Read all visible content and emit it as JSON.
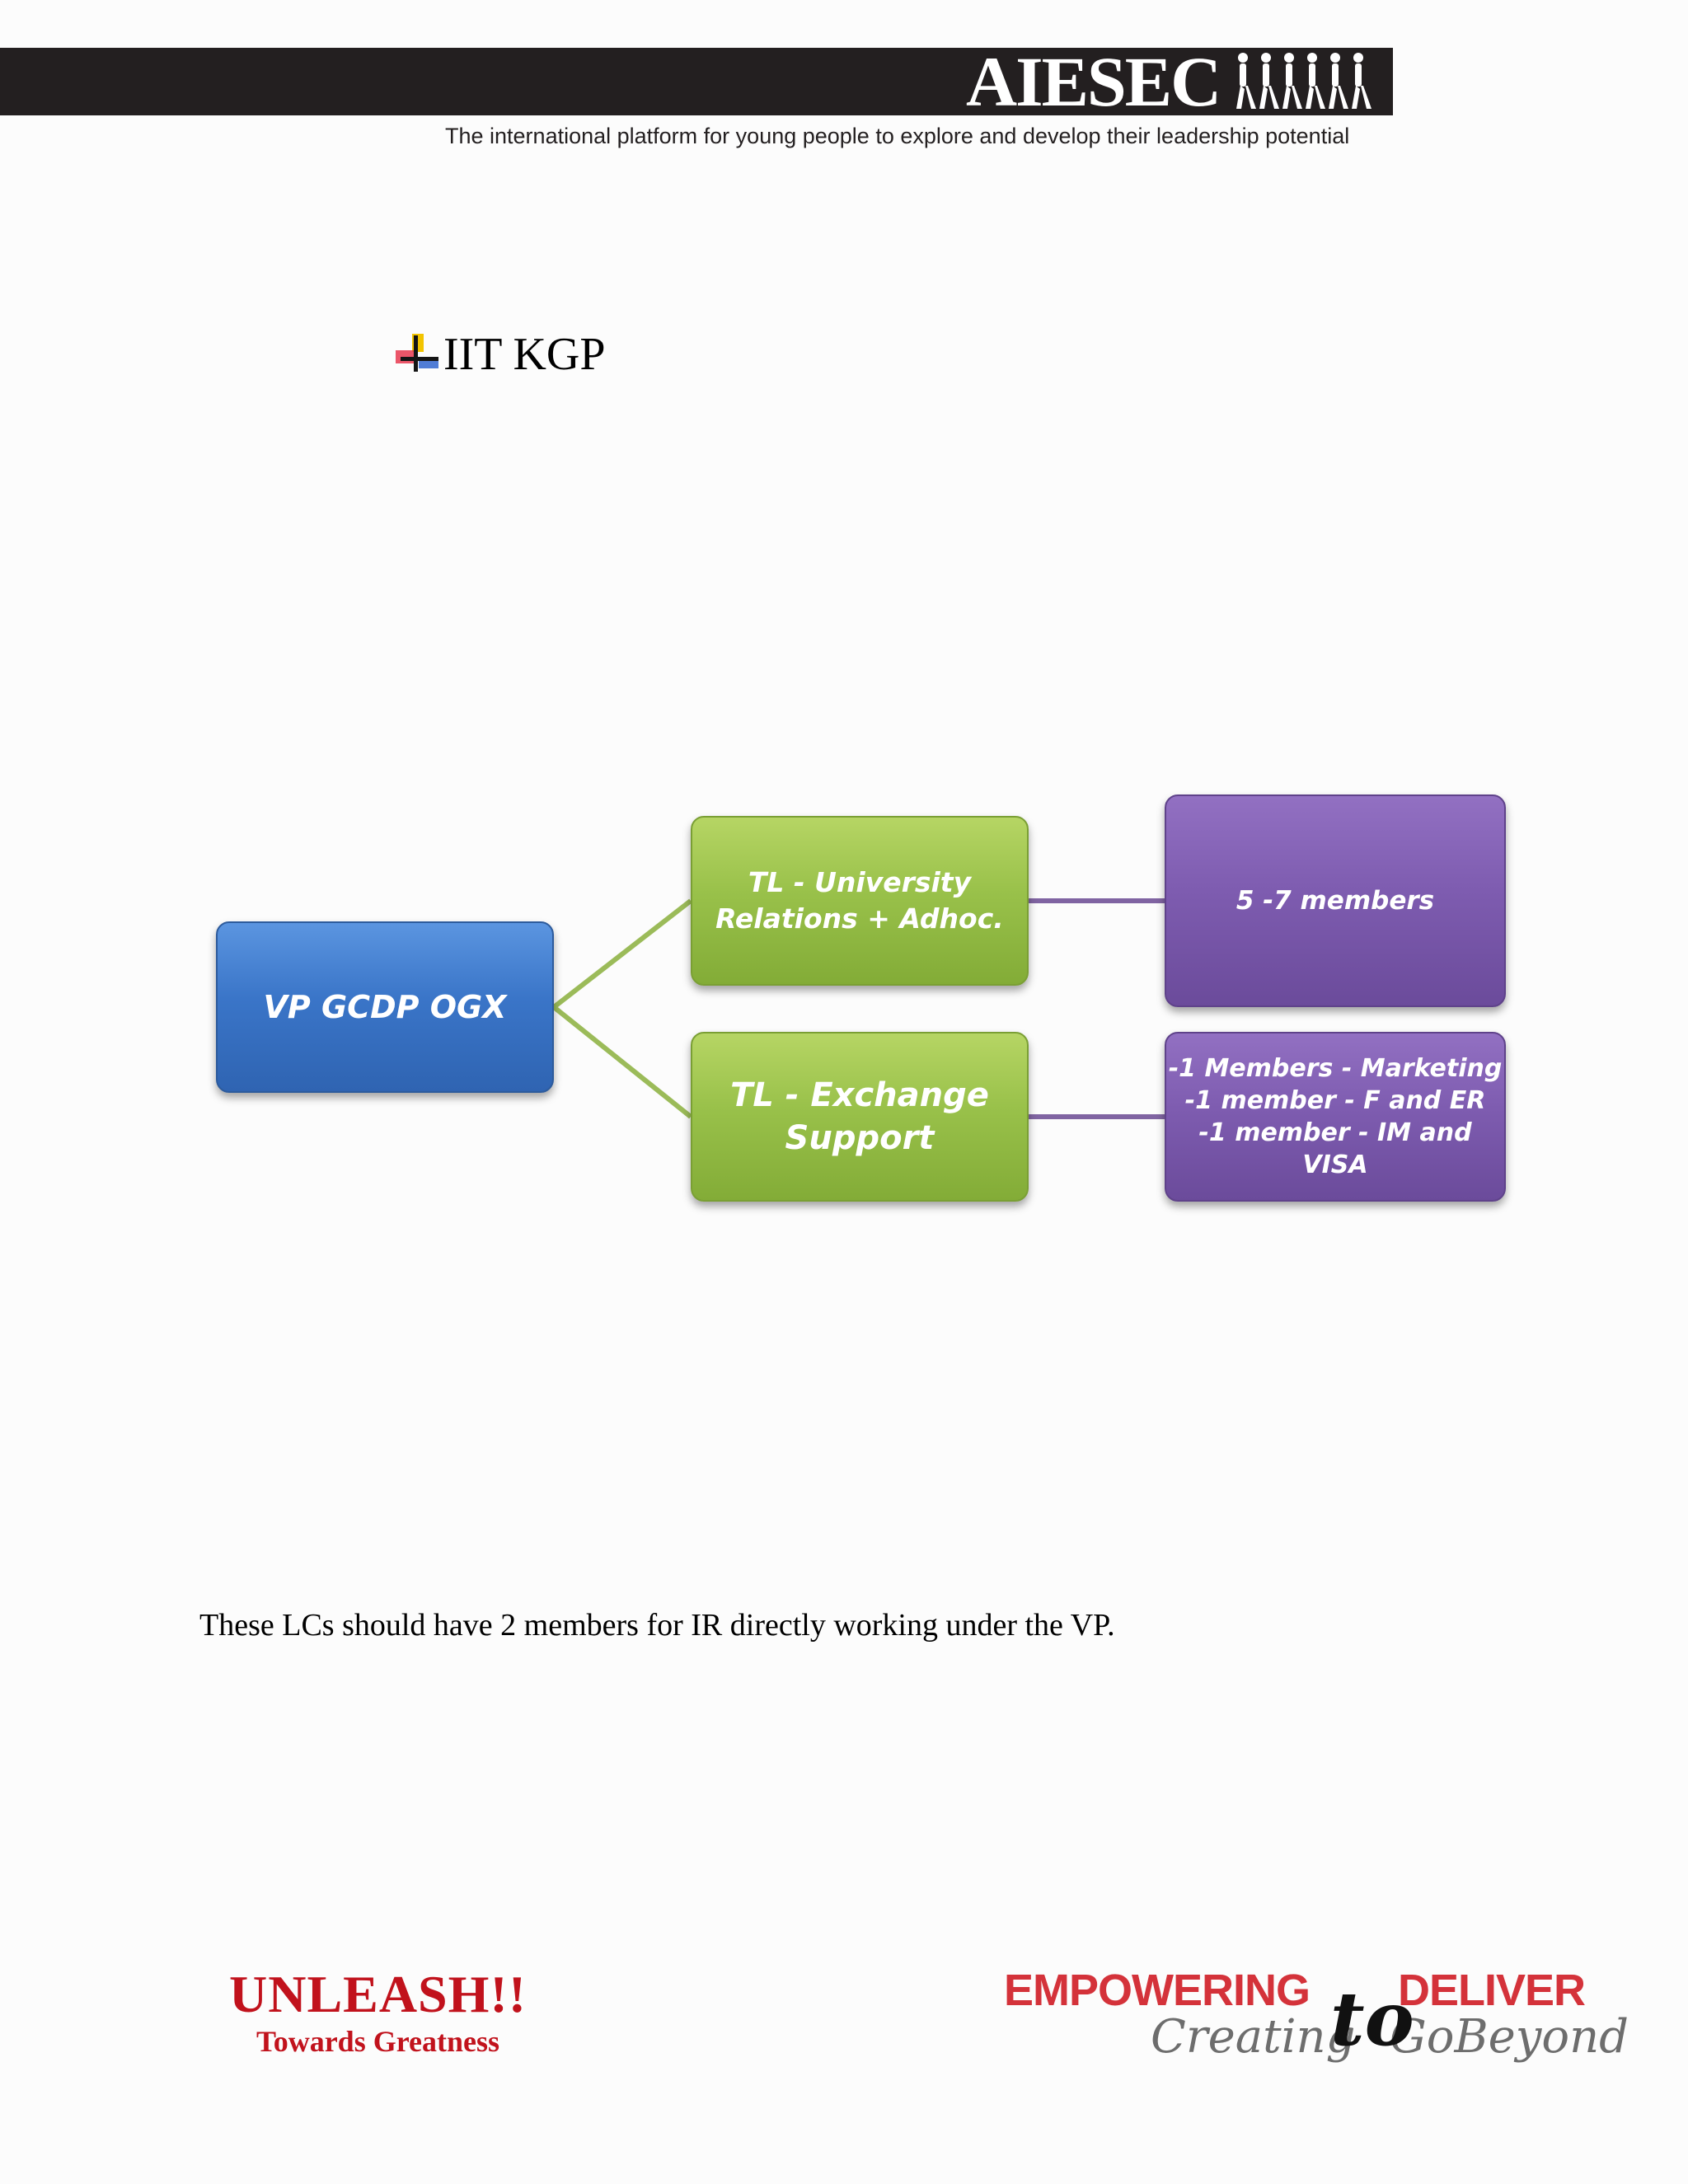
{
  "header": {
    "logo": "AIESEC",
    "tagline": "The international platform for young people to explore and develop their leadership potential"
  },
  "section": {
    "title": "IIT KGP"
  },
  "diagram": {
    "root": "VP GCDP OGX",
    "team_leads": [
      {
        "lines": [
          "TL - University",
          "Relations + Adhoc."
        ]
      },
      {
        "lines": [
          "TL - Exchange",
          "Support"
        ]
      }
    ],
    "members": [
      {
        "lines": [
          "5 -7 members"
        ]
      },
      {
        "lines": [
          "-1 Members - Marketing",
          "-1 member - F and ER",
          "-1 member - IM and VISA"
        ]
      }
    ],
    "colors": {
      "root": "#3a75c8",
      "team_lead": "#99c14a",
      "members": "#7e5cb0",
      "connector_green": "#9bbb59",
      "connector_purple": "#8064a2"
    }
  },
  "note": "These LCs should have 2 members for IR directly working under the VP.",
  "footer": {
    "left_title": "UNLEASH!!",
    "left_subtitle": "Towards Greatness",
    "right_word1": "EMPOWERING",
    "right_word2": "to",
    "right_word3": "DELIVER",
    "right_script1": "Creating",
    "right_script2": "GoBeyond",
    "accent_color": "#c1121c"
  }
}
